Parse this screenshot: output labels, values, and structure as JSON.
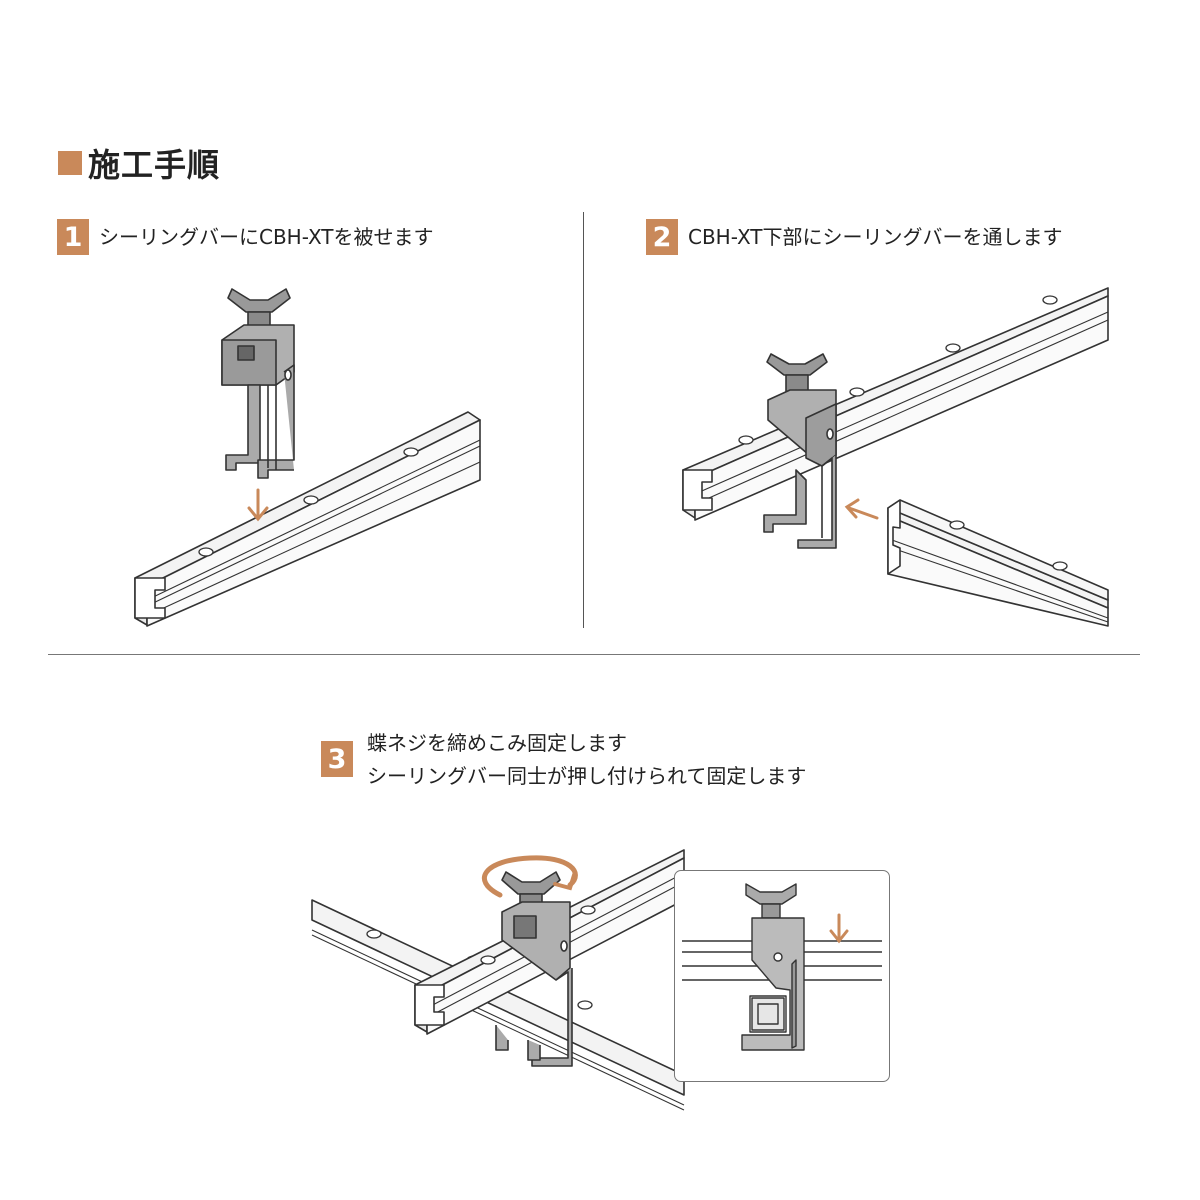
{
  "title": "施工手順",
  "colors": {
    "accent": "#c9895a",
    "line": "#333333",
    "metal": "#9a9a9a",
    "bar_face": "#f4f4f4"
  },
  "steps": [
    {
      "number": "1",
      "lines": [
        "シーリングバーにCBH-XTを被せます"
      ]
    },
    {
      "number": "2",
      "lines": [
        "CBH-XT下部にシーリングバーを通します"
      ]
    },
    {
      "number": "3",
      "lines": [
        "蝶ネジを締めこみ固定します",
        "シーリングバー同士が押し付けられて固定します"
      ]
    }
  ],
  "icons": [
    "down-arrow-icon",
    "left-arrow-icon",
    "rotate-arrow-icon",
    "wing-nut-icon"
  ]
}
